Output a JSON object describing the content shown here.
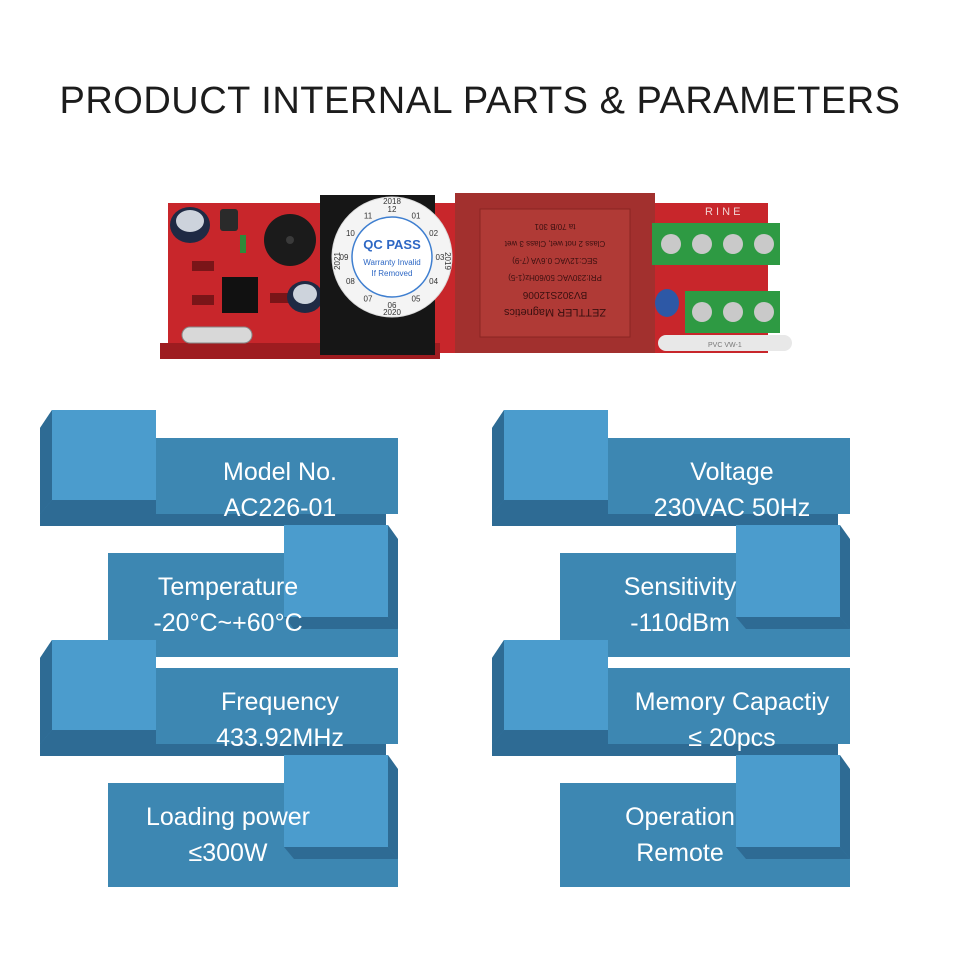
{
  "title": "PRODUCT INTERNAL PARTS & PARAMETERS",
  "photo": {
    "qc_label": "QC PASS",
    "warranty_line1": "Warranty Invalid",
    "warranty_line2": "If Removed",
    "dial_numbers": [
      "12",
      "01",
      "02",
      "03",
      "04",
      "05",
      "06",
      "07",
      "08",
      "09",
      "10",
      "11"
    ],
    "year_left": "2021",
    "year_right": "2019",
    "year_bottom": "2020",
    "year_top": "2018",
    "transformer_lines": [
      "ZETTLER Magnetics",
      "BV302S12006",
      "PRI:230VAC 50/60Hz(1-5)",
      "SEC:12VAC 0.6VA (7-9)",
      "Class 2 not wet, Class 3 wet",
      "ta 70/B 301"
    ],
    "board_text": "R I N E",
    "cable_text": "PVC VW-1"
  },
  "colors": {
    "face": "#3d87b2",
    "light": "#4b9ccd",
    "dark": "#2e6b94",
    "title": "#1c1c1c"
  },
  "params": [
    {
      "label": "Model No.",
      "value": "AC226-01"
    },
    {
      "label": "Voltage",
      "value": "230VAC 50Hz"
    },
    {
      "label": "Temperature",
      "value": "-20°C~+60°C"
    },
    {
      "label": "Sensitivity",
      "value": "-110dBm"
    },
    {
      "label": "Frequency",
      "value": "433.92MHz"
    },
    {
      "label": "Memory Capactiy",
      "value": "≤ 20pcs"
    },
    {
      "label": "Loading power",
      "value": "≤300W"
    },
    {
      "label": "Operation",
      "value": "Remote"
    }
  ]
}
